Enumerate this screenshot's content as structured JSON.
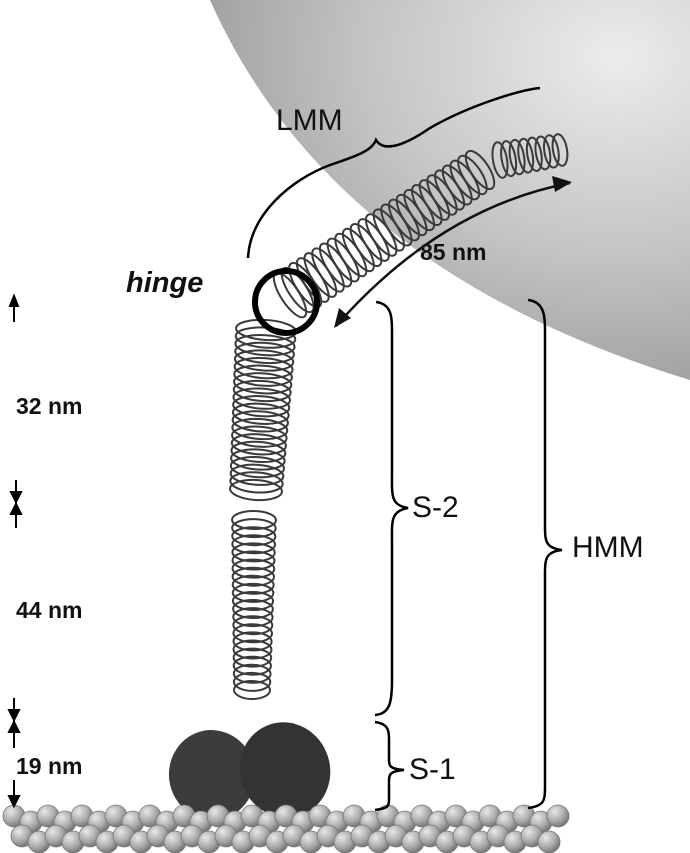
{
  "labels": {
    "lmm": "LMM",
    "hinge": "hinge",
    "length_85": "85 nm",
    "s2": "S-2",
    "hmm": "HMM",
    "s1": "S-1",
    "length_32": "32 nm",
    "length_44": "44 nm",
    "length_19": "19 nm"
  },
  "colors": {
    "bead_fill": "#b0b0b0",
    "helix_stroke": "#3a3a3a",
    "head_fill": "#3c3c3c",
    "thick_filament": "#9a9a9a",
    "hinge_ring": "#000000"
  }
}
